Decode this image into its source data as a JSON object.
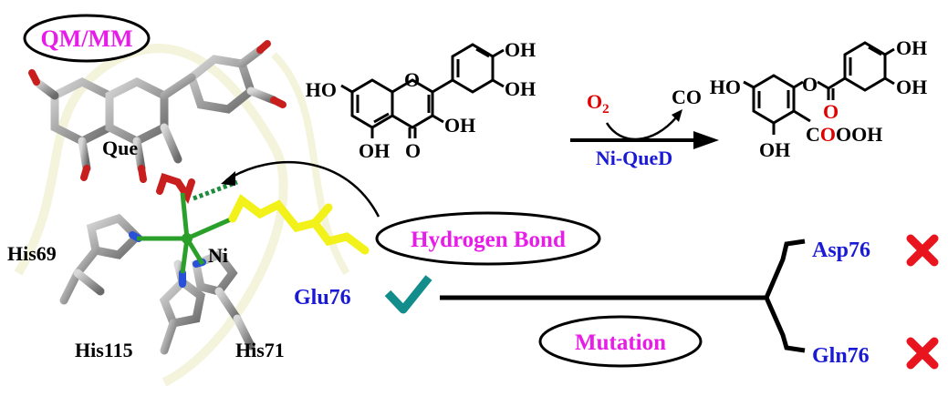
{
  "badges": {
    "qmmm": "QM/MM",
    "hbond": "Hydrogen Bond",
    "mutation": "Mutation"
  },
  "residues": {
    "que": "Que",
    "his69": "His69",
    "ni": "Ni",
    "his115": "His115",
    "his71": "His71",
    "glu76": "Glu76",
    "asp76": "Asp76",
    "gln76": "Gln76"
  },
  "reaction": {
    "reactant": {
      "ho7": "HO",
      "oh4p": "OH",
      "oh3p": "OH",
      "oh3": "OH",
      "oh5": "OH",
      "o4": "O",
      "o1": "O"
    },
    "reagent": "O2",
    "reagent_base": "O",
    "reagent_sub": "2",
    "byproduct": "CO",
    "catalyst": "Ni-QueD",
    "product": {
      "ho": "HO",
      "oh_a": "OH",
      "oh_b": "OH",
      "oh_c": "OH",
      "ester_o": "O",
      "carbonyl_o": "O",
      "acid_c": "C",
      "acid_o_red": "O",
      "acid_oh": "OH",
      "acid_o2": "O"
    }
  },
  "marks": {
    "glu76": "valid",
    "asp76": "invalid",
    "gln76": "invalid"
  },
  "colors": {
    "badge_text": "#e81ce8",
    "residue_blue": "#1a1ad6",
    "o2_red": "#e00000",
    "check": "#138c8c",
    "cross": "#e8141e",
    "ligand": "#f2f21a",
    "ni_bond": "#2aa02a",
    "carbon": "#8a8a8a"
  }
}
